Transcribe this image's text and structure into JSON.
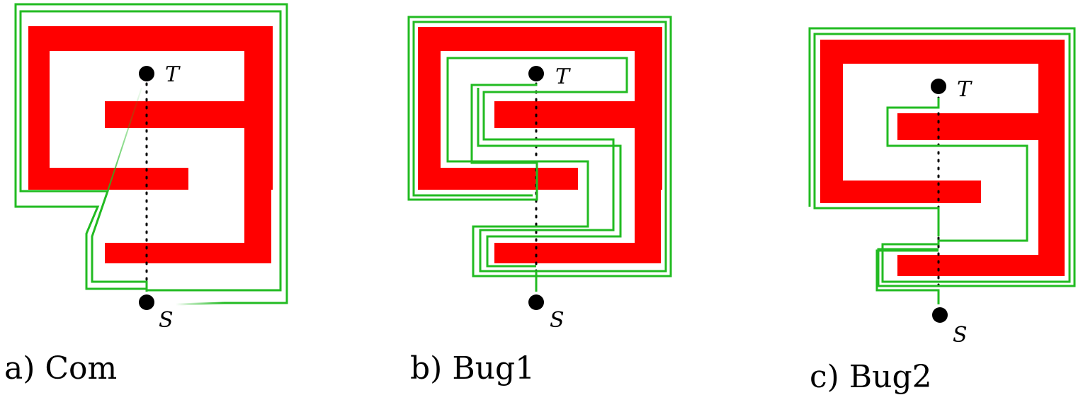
{
  "panels": [
    {
      "caption": "a) Com",
      "start_label": "S",
      "target_label": "T"
    },
    {
      "caption": "b) Bug1",
      "start_label": "S",
      "target_label": "T"
    },
    {
      "caption": "c) Bug2",
      "start_label": "S",
      "target_label": "T"
    }
  ],
  "colors": {
    "obstacle": "#ff0000",
    "path": "#22bb22",
    "m_line": "#000000",
    "node": "#000000"
  }
}
